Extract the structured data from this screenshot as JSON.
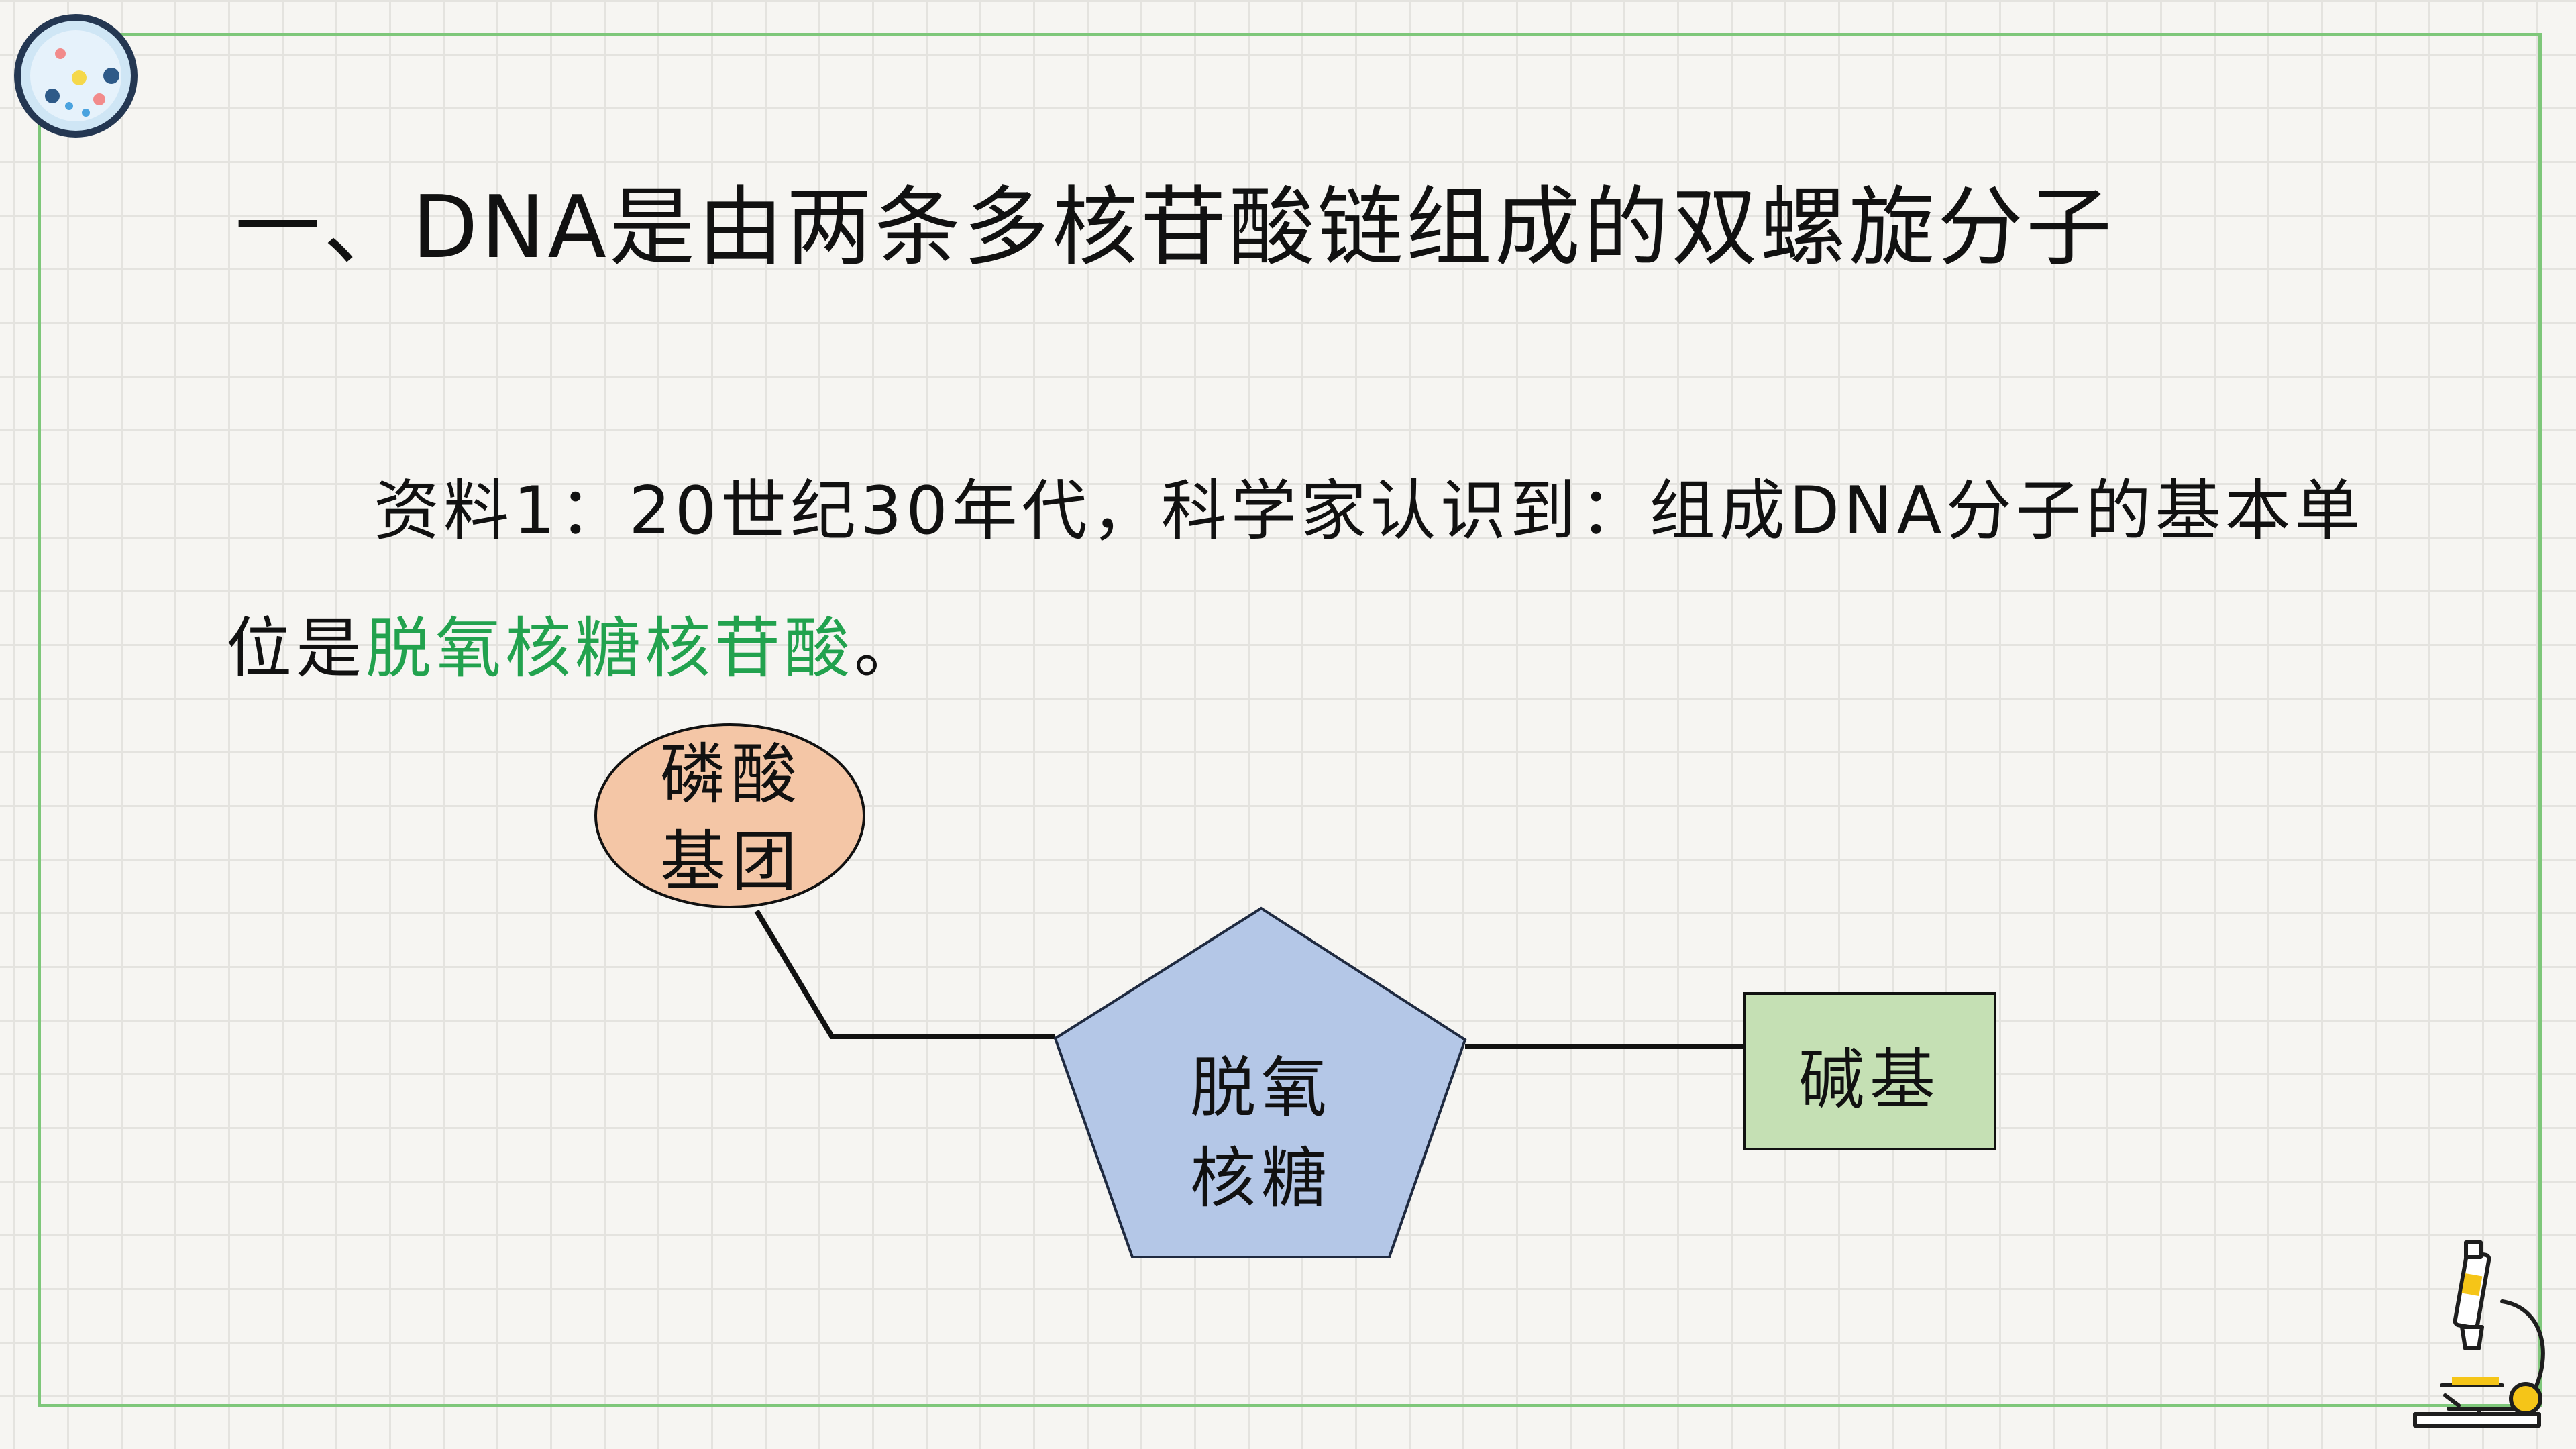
{
  "title": "一、DNA是由两条多核苷酸链组成的双螺旋分子",
  "material": {
    "text_before": "资料1：20世纪30年代，科学家认识到：组成DNA分子的基本单位是",
    "highlight": "脱氧核糖核苷酸",
    "text_after": "。"
  },
  "diagram": {
    "phosphate_line1": "磷酸",
    "phosphate_line2": "基团",
    "sugar_line1": "脱氧",
    "sugar_line2": "核糖",
    "base": "碱基"
  },
  "colors": {
    "frame": "#7ec77a",
    "highlight": "#22a24e",
    "phosphate_fill": "#f4c6a6",
    "sugar_fill": "#b4c7e7",
    "base_fill": "#c5e0b4"
  },
  "icons": {
    "top_left": "petri-dish-icon",
    "bottom_right": "microscope-icon"
  }
}
